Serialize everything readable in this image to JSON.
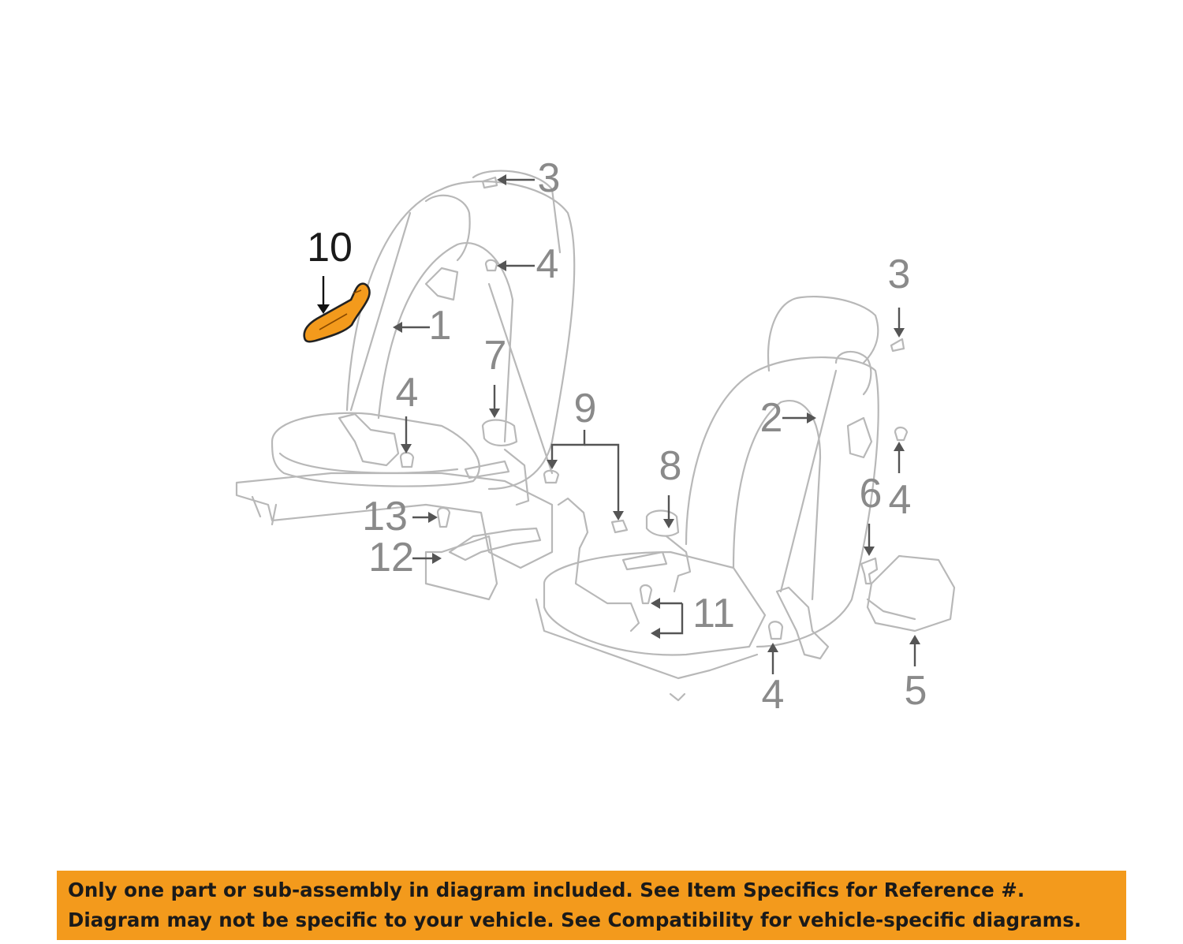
{
  "diagram": {
    "callouts": [
      {
        "id": "1",
        "label": "1"
      },
      {
        "id": "2",
        "label": "2"
      },
      {
        "id": "3a",
        "label": "3"
      },
      {
        "id": "3b",
        "label": "3"
      },
      {
        "id": "4a",
        "label": "4"
      },
      {
        "id": "4b",
        "label": "4"
      },
      {
        "id": "4c",
        "label": "4"
      },
      {
        "id": "4d",
        "label": "4"
      },
      {
        "id": "5",
        "label": "5"
      },
      {
        "id": "6",
        "label": "6"
      },
      {
        "id": "7",
        "label": "7"
      },
      {
        "id": "8",
        "label": "8"
      },
      {
        "id": "9",
        "label": "9"
      },
      {
        "id": "10",
        "label": "10"
      },
      {
        "id": "11",
        "label": "11"
      },
      {
        "id": "12",
        "label": "12"
      },
      {
        "id": "13",
        "label": "13"
      }
    ],
    "highlighted_part": "10",
    "highlight_color": "#f39a1c"
  },
  "banner": {
    "line1": "Only one part or sub-assembly in diagram included. See Item Specifics for Reference #.",
    "line2": "Diagram may not be specific to your vehicle. See Compatibility for vehicle-specific diagrams.",
    "color": "#f39a1c"
  }
}
